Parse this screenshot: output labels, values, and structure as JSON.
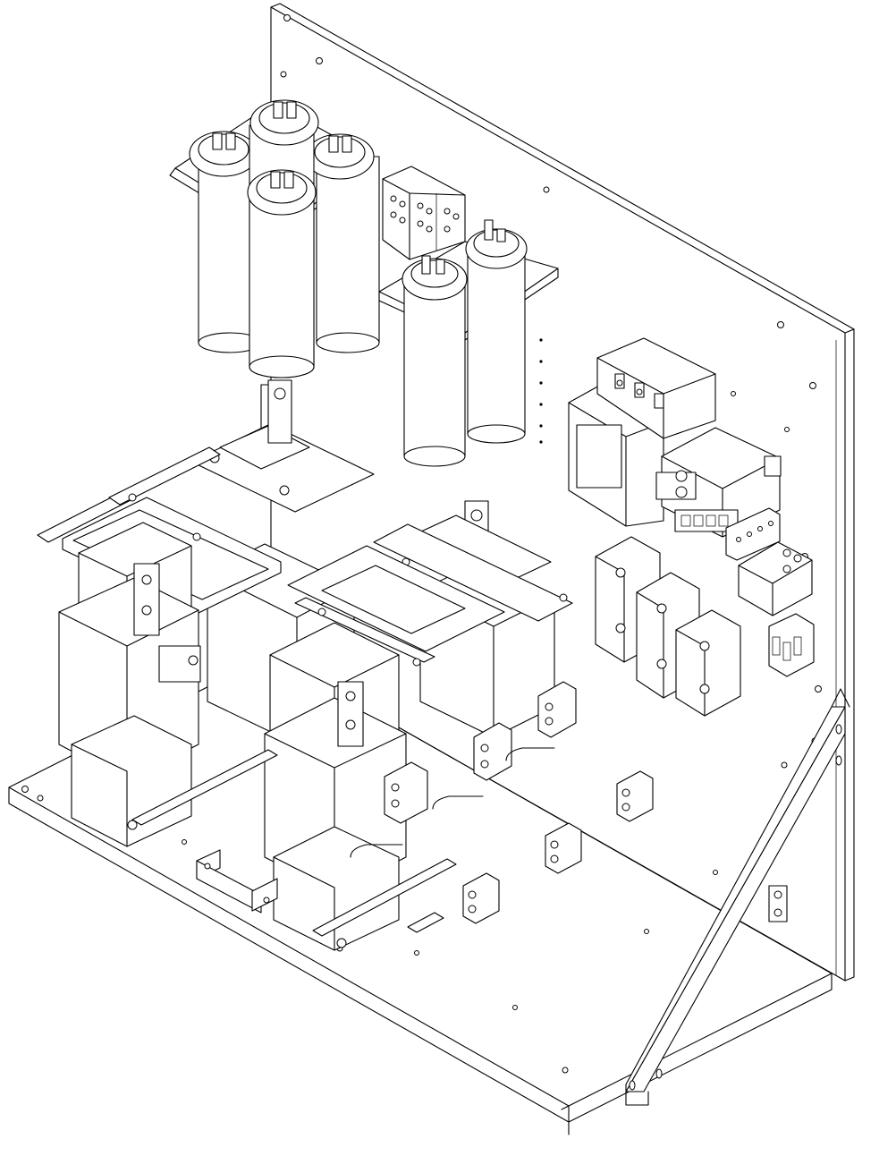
{
  "drawing": {
    "style": "isometric line art",
    "colors": {
      "line": "#000000",
      "background": "#ffffff"
    },
    "components": {
      "back_panel": "back-panel",
      "base_plate": "base-plate",
      "side_bracket": "side-bracket",
      "capacitor_banks": 2,
      "transformers": 4,
      "contactors": 2,
      "terminal_blocks": 3
    }
  }
}
